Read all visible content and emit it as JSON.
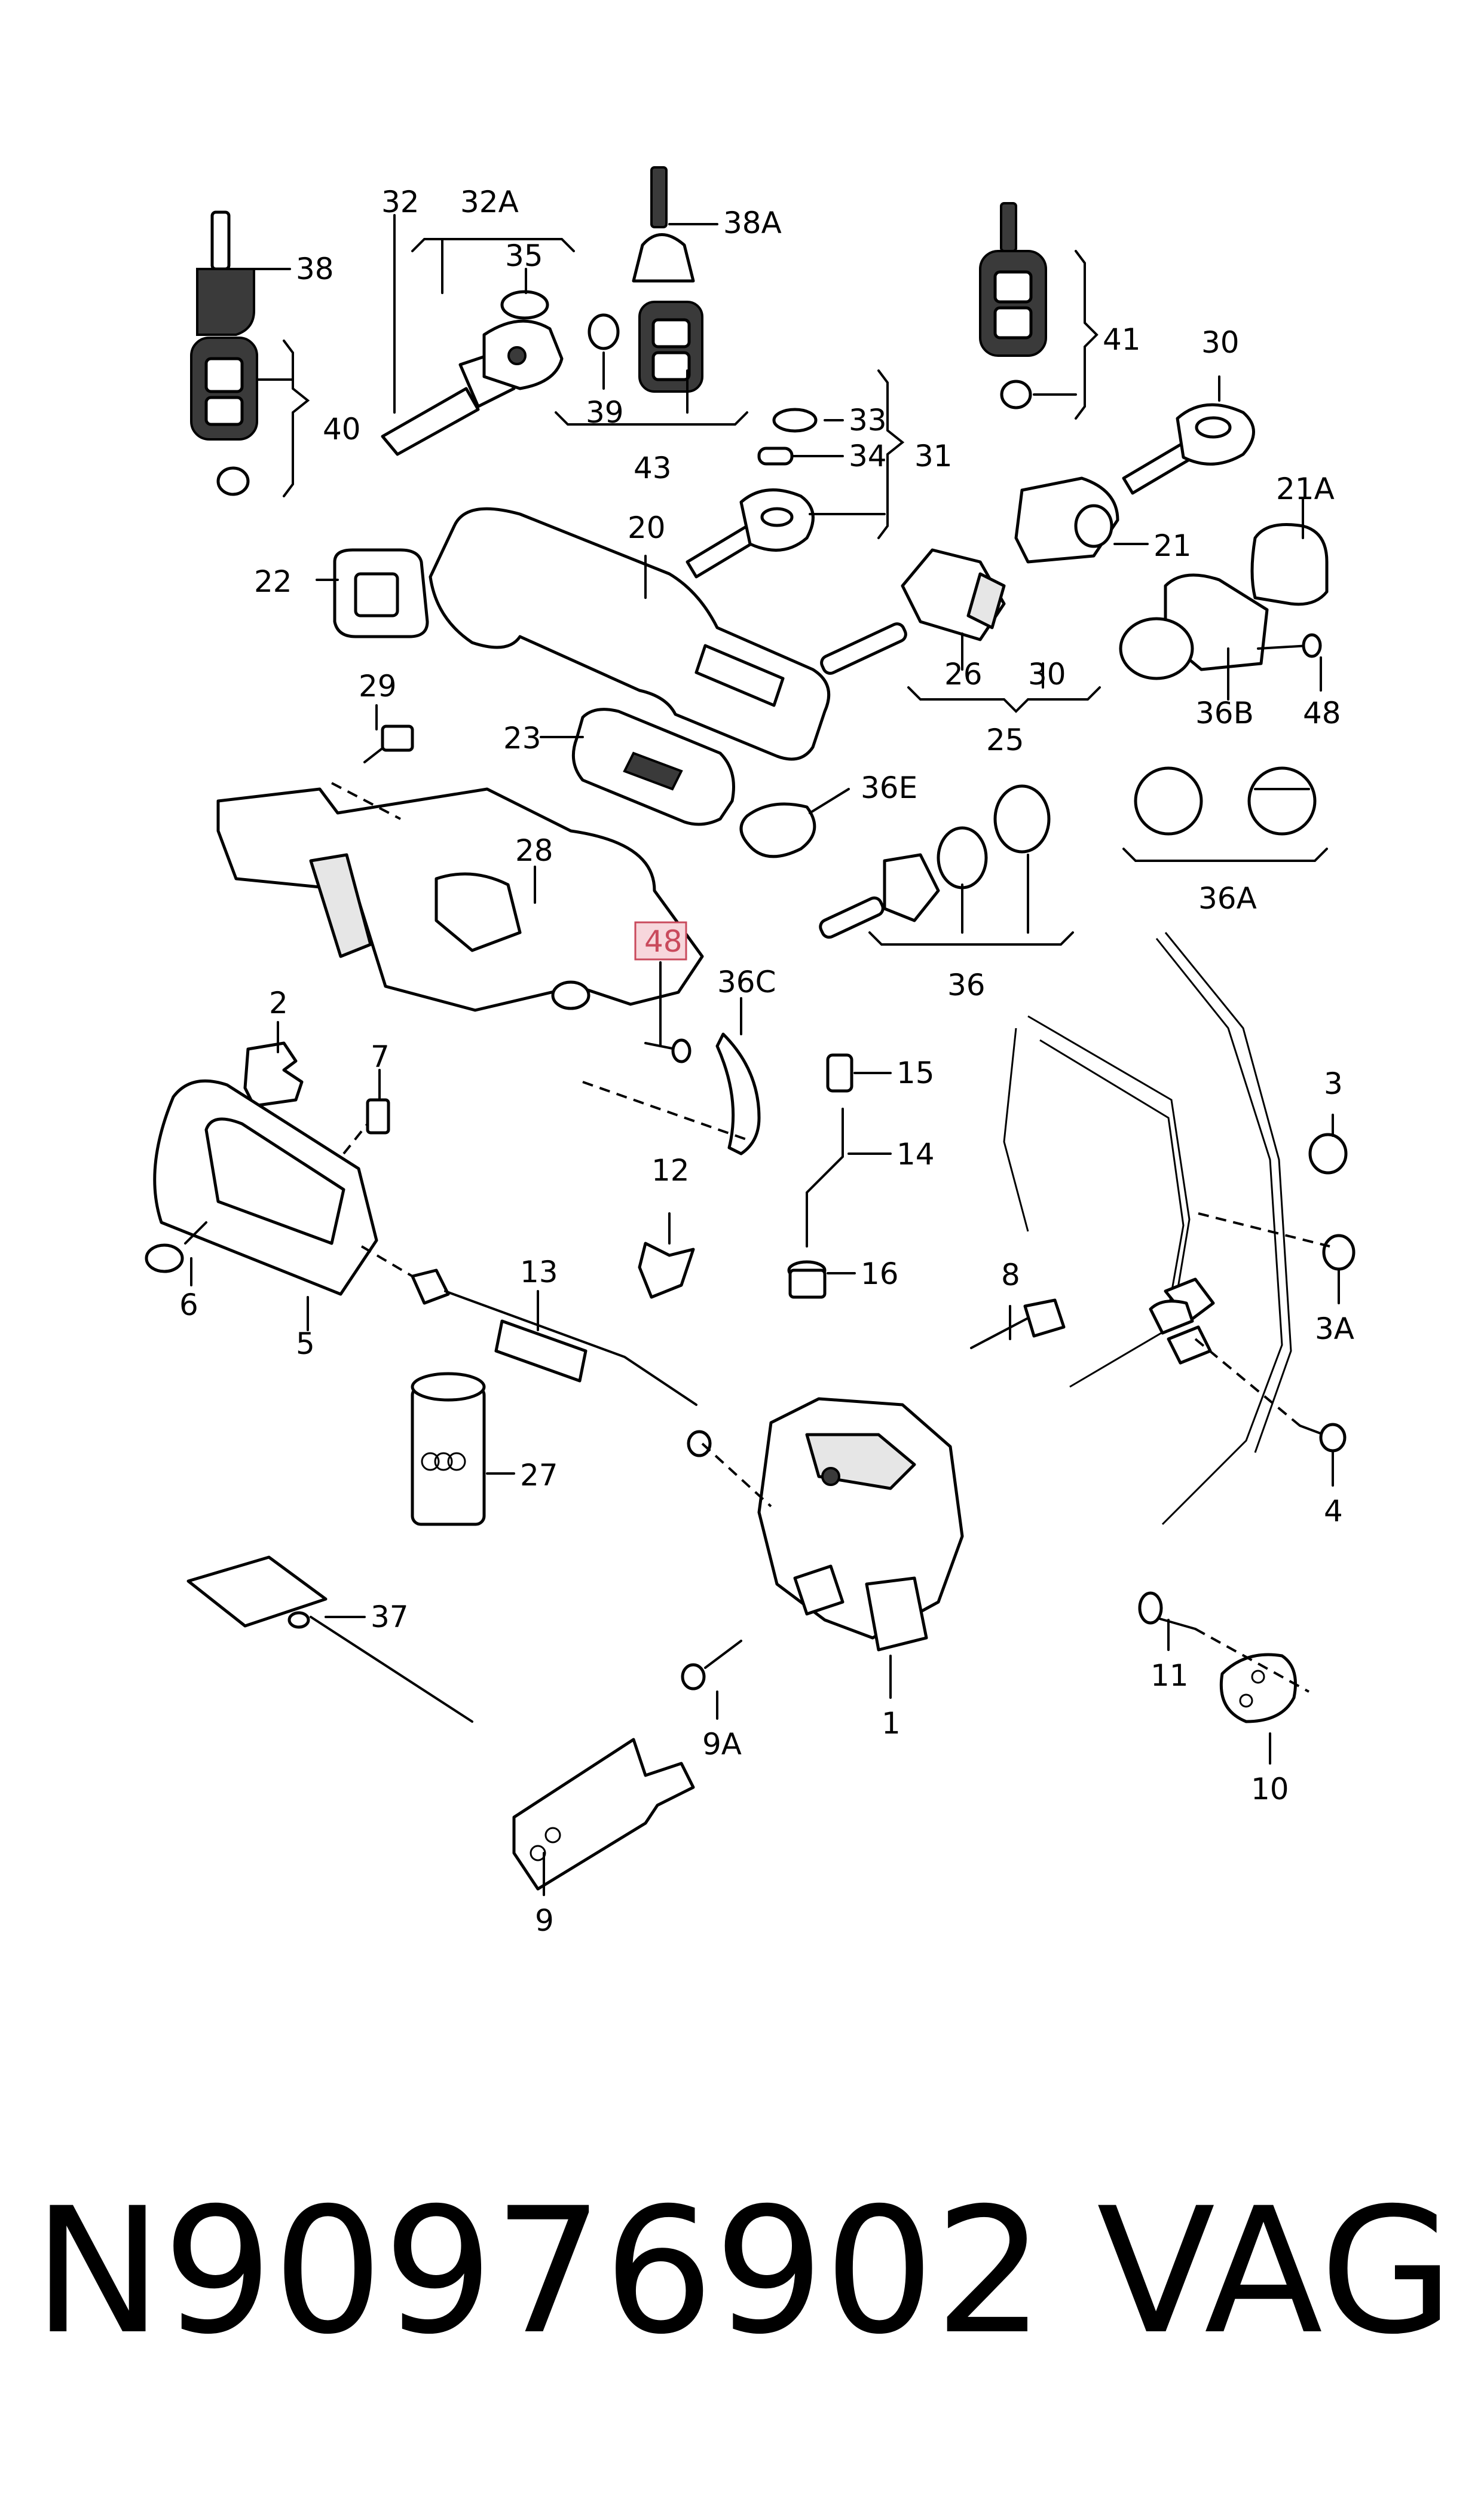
{
  "diagram": {
    "part_number": "N90976902",
    "brand": "VAG",
    "highlighted_label": "48",
    "highlight_color": "#c94a5c",
    "labels": {
      "l1": "1",
      "l2": "2",
      "l3": "3",
      "l3a": "3A",
      "l4": "4",
      "l5": "5",
      "l6": "6",
      "l7": "7",
      "l8": "8",
      "l9": "9",
      "l9a": "9A",
      "l10": "10",
      "l11": "11",
      "l12": "12",
      "l13": "13",
      "l14": "14",
      "l15": "15",
      "l16": "16",
      "l20": "20",
      "l21": "21",
      "l21a": "21A",
      "l22": "22",
      "l23": "23",
      "l25": "25",
      "l26": "26",
      "l27": "27",
      "l28": "28",
      "l29": "29",
      "l30a": "30",
      "l30b": "30",
      "l31": "31",
      "l32": "32",
      "l32a": "32A",
      "l33": "33",
      "l34": "34",
      "l35": "35",
      "l36": "36",
      "l36a": "36A",
      "l36b": "36B",
      "l36c": "36C",
      "l36e": "36E",
      "l37": "37",
      "l38": "38",
      "l38a": "38A",
      "l39": "39",
      "l40": "40",
      "l41": "41",
      "l43": "43",
      "l48": "48"
    }
  }
}
